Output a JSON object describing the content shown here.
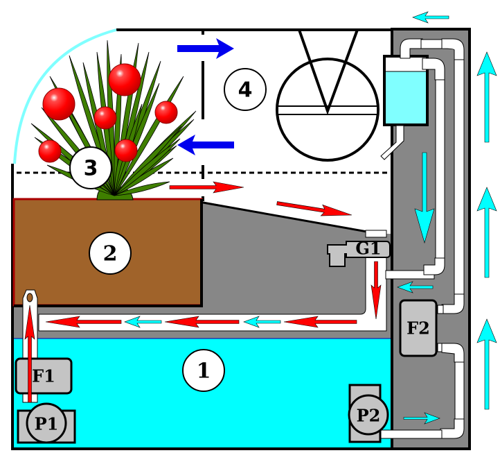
{
  "diagram": {
    "title": "Aquaponic / hydroponic planter circulation schematic",
    "colors": {
      "water": "#00ffff",
      "water_light": "#80ffff",
      "soil": "#a0632a",
      "soil_border": "#aa0000",
      "housing": "#878787",
      "component": "#c4c4c4",
      "pipe": "#ffffff",
      "flow_red": "#ff0000",
      "flow_cyan": "#00ffff",
      "flow_blue": "#0000ee",
      "leaf": "#3f7f00",
      "fruit": "#ff0000",
      "dome": "#80ffff"
    },
    "zones": [
      {
        "id": "1",
        "label": "1",
        "meaning": "water reservoir"
      },
      {
        "id": "2",
        "label": "2",
        "meaning": "grow bed / substrate"
      },
      {
        "id": "3",
        "label": "3",
        "meaning": "plant canopy"
      },
      {
        "id": "4",
        "label": "4",
        "meaning": "air chamber with fan"
      }
    ],
    "components": [
      {
        "id": "P1",
        "label": "P1",
        "meaning": "pump 1"
      },
      {
        "id": "F1",
        "label": "F1",
        "meaning": "filter 1"
      },
      {
        "id": "G1",
        "label": "G1",
        "meaning": "drain / overflow fitting"
      },
      {
        "id": "F2",
        "label": "F2",
        "meaning": "filter 2"
      },
      {
        "id": "P2",
        "label": "P2",
        "meaning": "pump 2"
      }
    ],
    "flows": [
      {
        "color": "red",
        "direction": "up",
        "from": "P1",
        "to": "grow bed"
      },
      {
        "color": "red",
        "direction": "right",
        "from": "grow bed",
        "to": "G1"
      },
      {
        "color": "red",
        "direction": "down",
        "from": "G1",
        "to": "return channel"
      },
      {
        "color": "red",
        "direction": "left",
        "from": "return channel",
        "to": "P1 riser"
      },
      {
        "color": "cyan",
        "direction": "left",
        "from": "return channel",
        "to": "P1 riser"
      },
      {
        "color": "cyan",
        "direction": "right",
        "from": "P2",
        "to": "F2"
      },
      {
        "color": "cyan",
        "direction": "up",
        "from": "F2",
        "to": "header tank"
      },
      {
        "color": "cyan",
        "direction": "down",
        "from": "header tank",
        "to": "G1 junction"
      },
      {
        "color": "cyan",
        "direction": "left",
        "from": "side column",
        "to": "G1 junction"
      },
      {
        "color": "blue",
        "direction": "right",
        "from": "canopy",
        "to": "air chamber"
      },
      {
        "color": "blue",
        "direction": "left",
        "from": "air chamber",
        "to": "canopy"
      }
    ]
  }
}
